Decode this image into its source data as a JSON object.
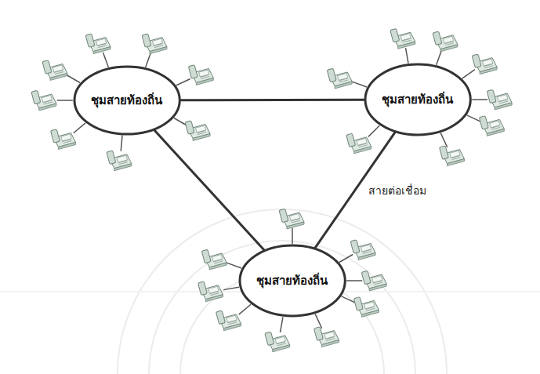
{
  "diagram": {
    "nodes": [
      {
        "text": [
          "ชุมสายท้องถิ่น"
        ]
      },
      {
        "text": [
          "ชุมสายท้องถิ่น"
        ]
      },
      {
        "text": [
          "ชุมสายท้องถิ่น"
        ]
      }
    ],
    "edges": [
      {
        "from": 0,
        "to": 1,
        "arrow": "none"
      },
      {
        "from": 0,
        "to": 2,
        "arrow": "none"
      },
      {
        "from": 2,
        "to": 1,
        "label": "สายต่อเชื่อม",
        "arrow": "none"
      }
    ]
  }
}
